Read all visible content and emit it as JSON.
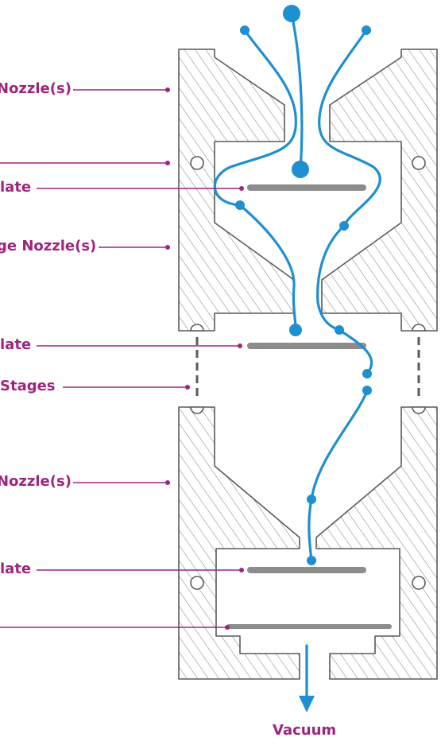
{
  "diagram": {
    "labels": [
      "Nozzle(s)",
      "late",
      "ge Nozzle(s)",
      "late",
      "Stages",
      "Nozzle(s)",
      "late"
    ],
    "outlet_label": "Vacuum",
    "colors": {
      "label": "#a0247e",
      "flow": "#1e8fd0",
      "plate": "#8c8c8c",
      "wall": "#5a5a5a"
    },
    "icons": [
      "flow-arrow-icon",
      "o-ring-seal-icon"
    ]
  }
}
